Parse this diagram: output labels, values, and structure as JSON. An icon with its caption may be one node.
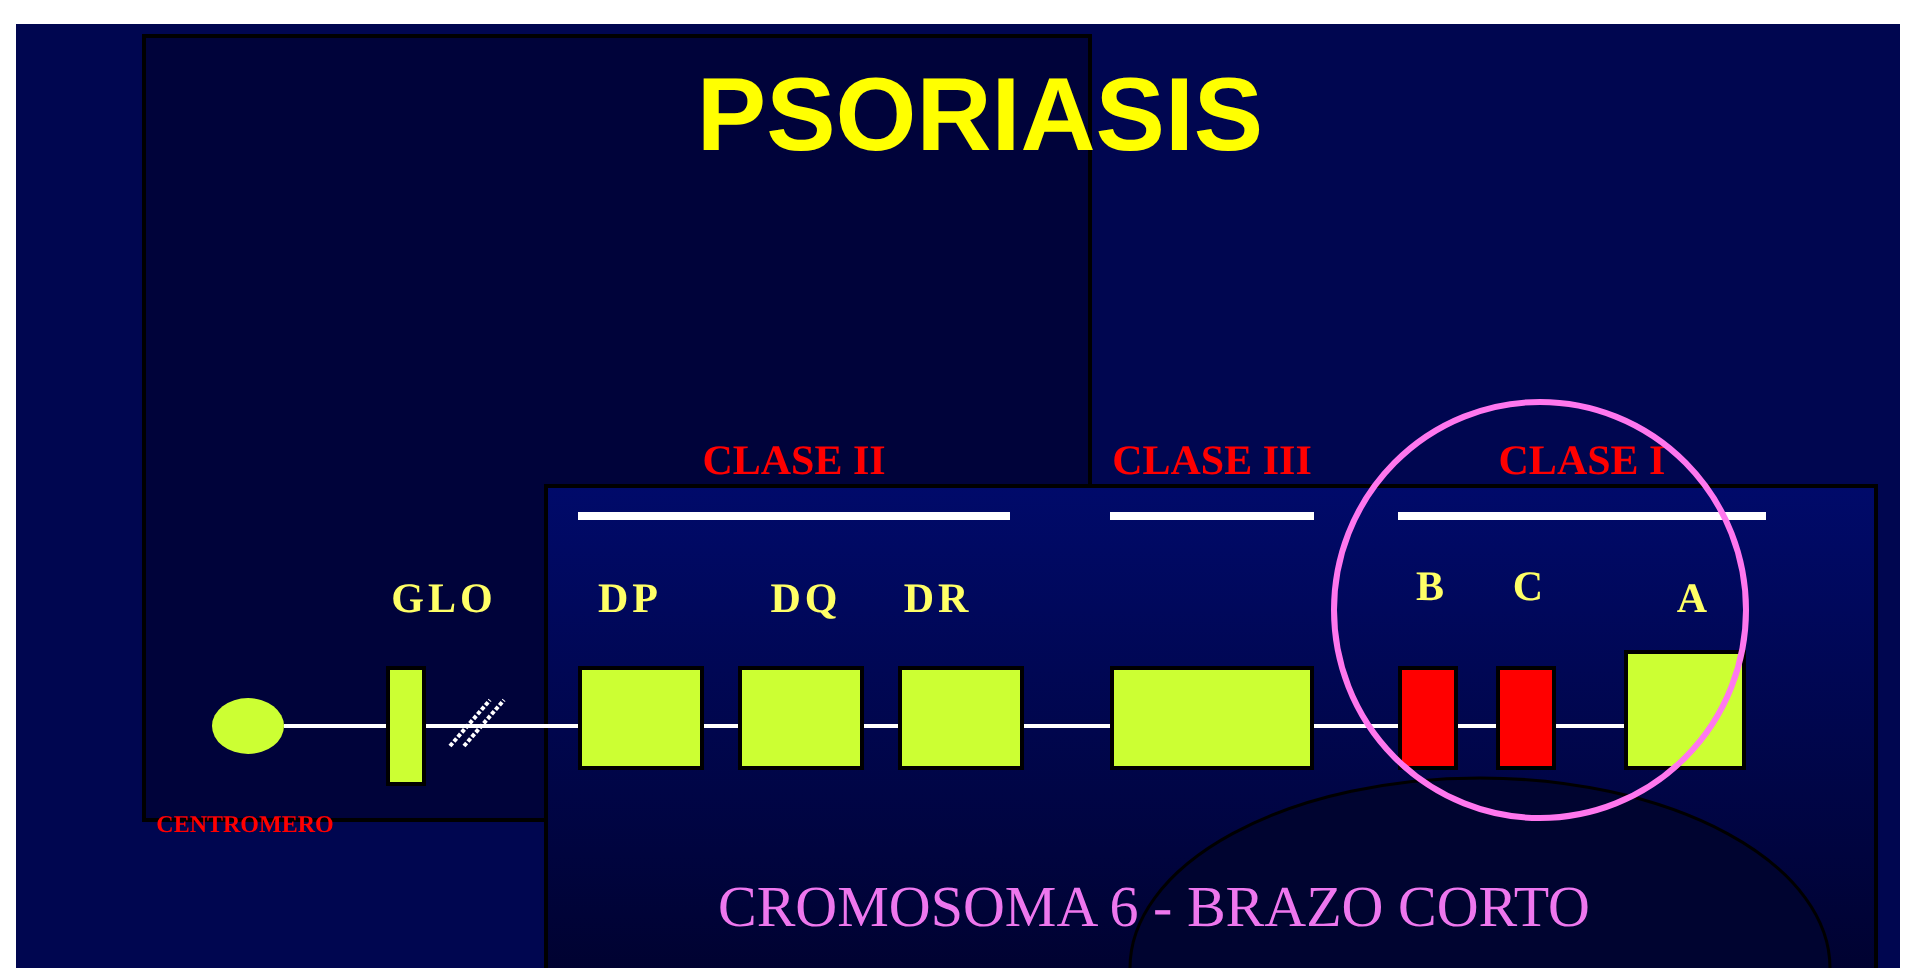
{
  "diagram": {
    "title": "PSORIASIS",
    "nodes": [
      {
        "text": [
          "CENTROMERO"
        ]
      },
      {
        "text": [
          "GLO"
        ]
      },
      {
        "text": [
          "DP"
        ]
      },
      {
        "text": [
          "DQ"
        ]
      },
      {
        "text": [
          "DR"
        ]
      },
      {
        "text": [],
        "shape": "box"
      },
      {
        "text": [
          "B"
        ]
      },
      {
        "text": [
          "C"
        ]
      },
      {
        "text": [
          "A"
        ]
      }
    ],
    "edges": [
      {
        "from": 0,
        "to": 1,
        "arrow": "none"
      },
      {
        "from": 1,
        "to": 2,
        "arrow": "none"
      },
      {
        "from": 2,
        "to": 3,
        "arrow": "none"
      },
      {
        "from": 3,
        "to": 4,
        "arrow": "none"
      },
      {
        "from": 4,
        "to": 5,
        "arrow": "none"
      },
      {
        "from": 5,
        "to": 6,
        "arrow": "none"
      },
      {
        "from": 6,
        "to": 7,
        "arrow": "none"
      },
      {
        "from": 7,
        "to": 8,
        "arrow": "none"
      }
    ],
    "labels": [
      "CLASE II",
      "CLASE III",
      "CLASE I",
      "CROMOSOMA 6 - BRAZO CORTO"
    ]
  }
}
